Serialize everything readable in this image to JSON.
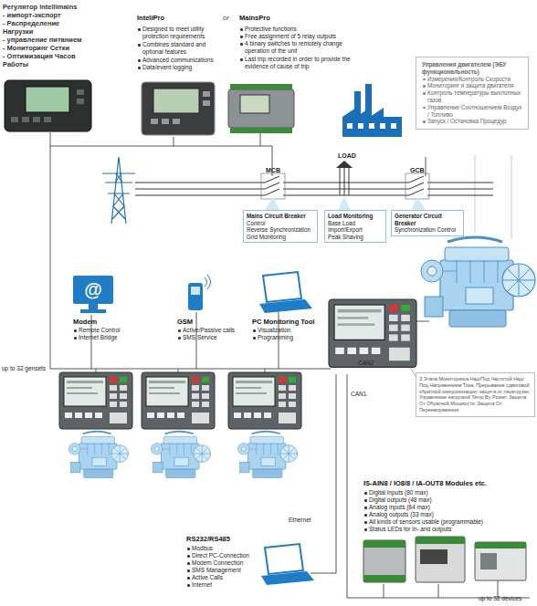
{
  "diagram": {
    "nodes": [
      {
        "text": [
          "Управления двигателем (ЭБУ функциональность)",
          "Измерения/Контроль Скорости",
          "Мониторинг и защита двигателя",
          "Контроль температуры выхлопных газов",
          "Управление Соотношением Воздух / Топливо",
          "Запуск / Остановка Процедур"
        ]
      },
      {
        "text": [
          "Mains Circuit Breaker",
          "Control",
          "Reverse Synchronization",
          "Grid Monitoring"
        ]
      },
      {
        "text": [
          "Load Monitoring",
          "Base Load",
          "Import/Export",
          "Peak Shaving"
        ]
      },
      {
        "text": [
          "Generator Circuit Breaker",
          "Synchronization Control"
        ]
      },
      {
        "text": [
          "З Этапа Мониторинга Над/Под Частотой Над/Под Напряжением Тока; Прерывание сдвиговой обратной синхронизации; защита от перегрузки; Управление нагрузкой Temp.By Power; Защита От Обратной Мощности; Защита От Перенапряжения"
        ]
      }
    ],
    "labels": [
      "Регулятор intellimains",
      "- импорт-экспорт",
      "- Распределение Нагрузки",
      "- управление питанием",
      "- Мониторинг Сетки",
      "- Оптимизация Часов Работы",
      "InteliPro",
      "Designed to meet utility protection requirements",
      "Combines standard and optional features",
      "Advanced communications",
      "Data/event logging",
      "or",
      "MainsPro",
      "Protective functions",
      "Free assignment of 5 relay outputs",
      "4 binary switches to remotely change operation of the unit",
      "Last trip recorded in order to provide the evidence of cause of trip",
      "LOAD",
      "MCB",
      "GCB",
      "@",
      "Modem",
      "Remote Control",
      "Internet Bridge",
      "GSM",
      "Active/Passive calls",
      "SMS Service",
      "PC Monitoring Tool",
      "Visualization",
      "Programming",
      "CAN2",
      "up to 32 gensets",
      "CAN1",
      "Ethernet",
      "IS-AIN8 / IO8/8 / IA-OUT8 Modules etc.",
      "Digital inputs (80 max)",
      "Digital outputs (48 max)",
      "Analog inputs (84 max)",
      "Analog outputs (33 max)",
      "All kinds of sensors usable (programmable)",
      "Status LEDs for in- and outputs",
      "RS232/RS485",
      "Modbus",
      "Direct PC-Connection",
      "Modem Connection",
      "SMS Management",
      "Active Calls",
      "Internet",
      "up to 32 devices"
    ]
  }
}
